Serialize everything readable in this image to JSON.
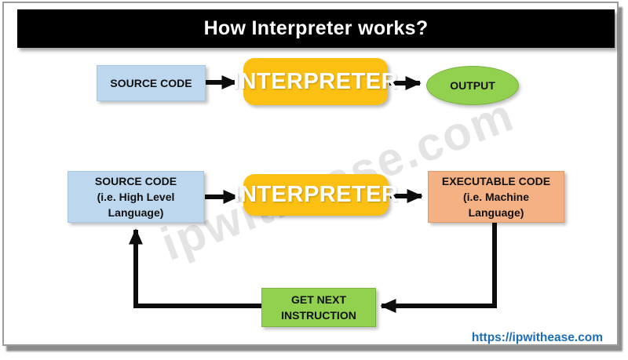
{
  "title": "How Interpreter works?",
  "watermark": "ipwithease.com",
  "footer_url": "https://ipwithease.com",
  "colors": {
    "title_bg": "#000000",
    "box_blue": "#bdd7ee",
    "box_yellow": "#fcc013",
    "box_green": "#92d050",
    "box_salmon": "#f4b183",
    "url_blue": "#1d6db6",
    "watermark_gray": "#cfcfcf",
    "arrow_black": "#0d0d0d"
  },
  "flow_simple": {
    "source": "SOURCE CODE",
    "interpreter": "INTERPRETER",
    "output": "OUTPUT"
  },
  "flow_loop": {
    "source": [
      "SOURCE CODE",
      "(i.e. High Level",
      "Language)"
    ],
    "interpreter": "INTERPRETER",
    "executable": [
      "EXECUTABLE CODE",
      "(i.e. Machine",
      "Language)"
    ],
    "get_next": [
      "GET NEXT",
      "INSTRUCTION"
    ]
  }
}
